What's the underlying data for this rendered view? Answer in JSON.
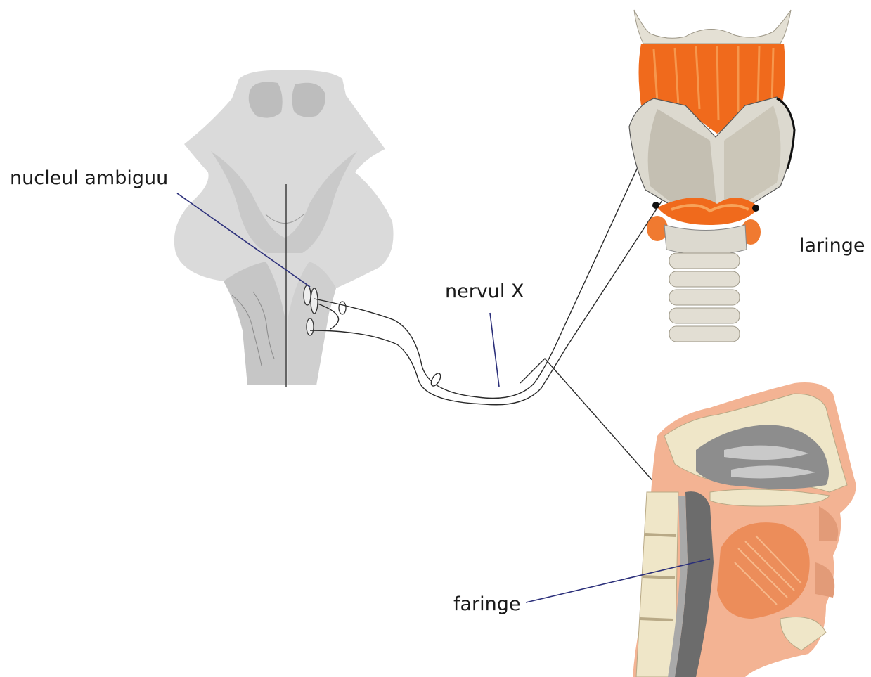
{
  "labels": {
    "nucleus": "nucleul ambiguu",
    "nerve": "nervul X",
    "larynx": "laringe",
    "pharynx": "faringe"
  },
  "colors": {
    "brainstem_light": "#d8d8d8",
    "brainstem_dark": "#bdbdbd",
    "muscle_orange": "#f06a1c",
    "muscle_light": "#f7a35a",
    "cartilage": "#dcd9cf",
    "cartilage_shade": "#b9b4a6",
    "soft_tissue": "#f3b393",
    "mucosa_gray": "#8d8d8d",
    "bone": "#efe6c8",
    "leader_blue": "#2b2f7a",
    "line_dark": "#222222"
  }
}
